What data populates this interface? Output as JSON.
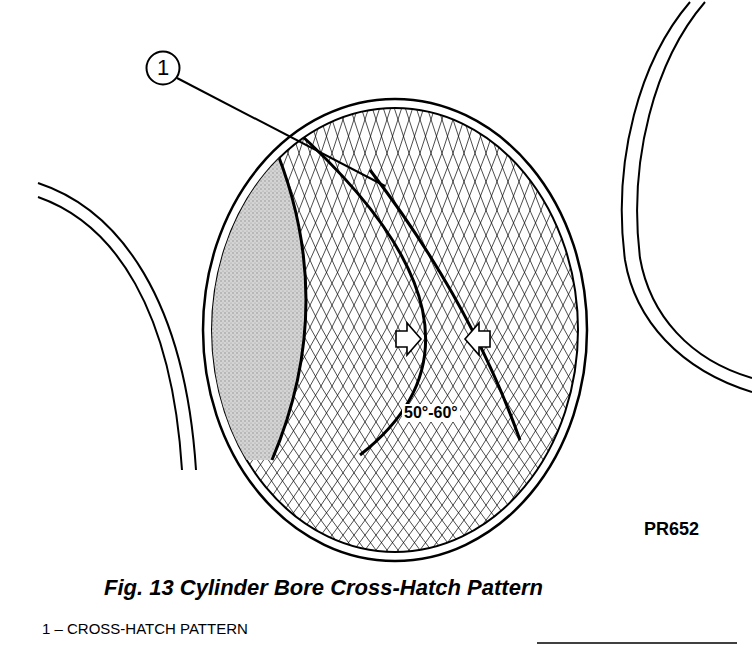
{
  "diagram": {
    "caption": "Fig. 13 Cylinder Bore Cross-Hatch Pattern",
    "nodes": [
      {
        "text": [
          "1"
        ]
      }
    ],
    "labels": [
      "50°-60°",
      "PR652",
      "1 – CROSS-HATCH PATTERN"
    ]
  }
}
